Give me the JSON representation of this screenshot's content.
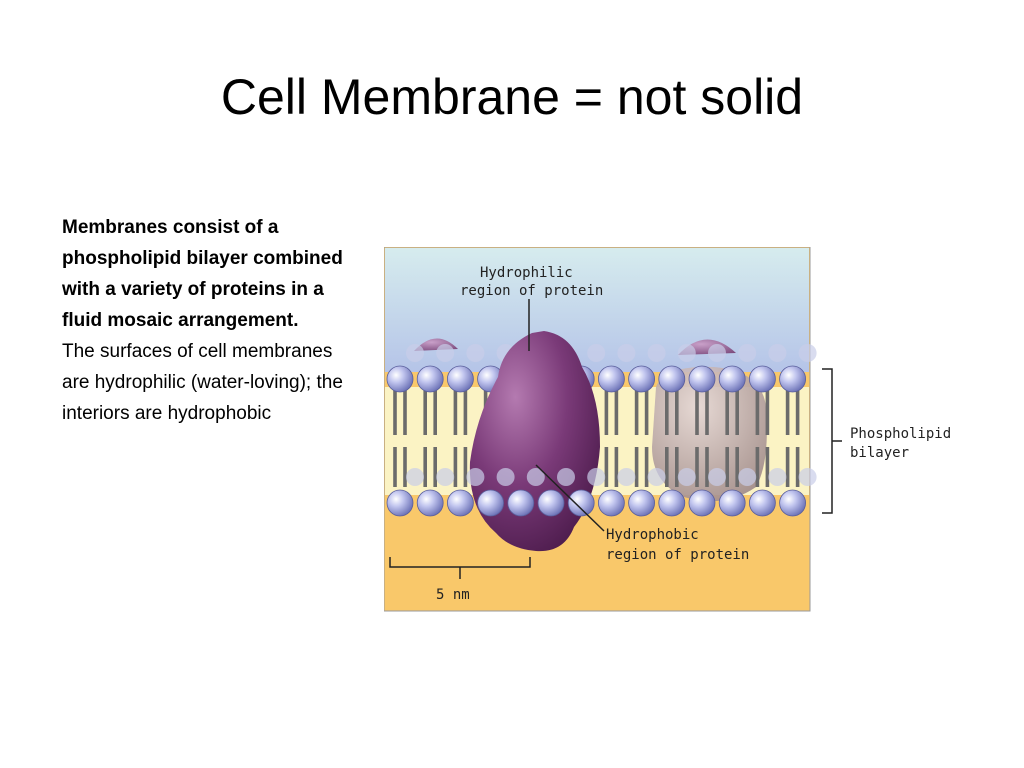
{
  "slide": {
    "title": "Cell Membrane = not solid",
    "body_bold": "Membranes consist of a phospholipid bilayer combined with a variety of proteins in a fluid mosaic arrangement.",
    "body_normal": "The surfaces of cell membranes are hydrophilic (water-loving); the interiors are hydrophobic"
  },
  "diagram": {
    "label_hydrophilic_line1": "Hydrophilic",
    "label_hydrophilic_line2": "region of protein",
    "label_hydrophobic_line1": "Hydrophobic",
    "label_hydrophobic_line2": "region of protein",
    "label_bilayer_line1": "Phospholipid",
    "label_bilayer_line2": "bilayer",
    "scale_label": "5 nm",
    "colors": {
      "water_top": "#cfe6ee",
      "water_bottom": "#f7c865",
      "interior": "#fbf3c0",
      "heads": "#a9aee0",
      "protein": "#6e2f6e",
      "protein_ghost": "#b9a5a5"
    }
  }
}
